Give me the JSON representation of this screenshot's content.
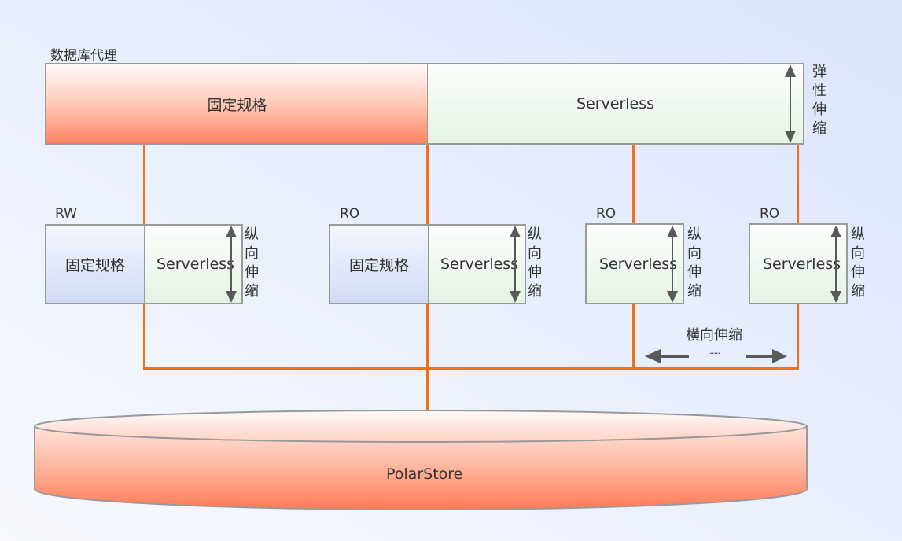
{
  "proxy": {
    "title": "数据库代理",
    "fixed_label": "固定规格",
    "serverless_label": "Serverless",
    "elastic_label": [
      "弹",
      "性",
      "伸",
      "缩"
    ]
  },
  "nodes": [
    {
      "role": "RW",
      "fixed_label": "固定规格",
      "serverless_label": "Serverless",
      "scale_label": [
        "纵",
        "向",
        "伸",
        "缩"
      ]
    },
    {
      "role": "RO",
      "fixed_label": "固定规格",
      "serverless_label": "Serverless",
      "scale_label": [
        "纵",
        "向",
        "伸",
        "缩"
      ]
    },
    {
      "role": "RO",
      "serverless_label": "Serverless",
      "scale_label": [
        "纵",
        "向",
        "伸",
        "缩"
      ]
    },
    {
      "role": "RO",
      "serverless_label": "Serverless",
      "scale_label": [
        "纵",
        "向",
        "伸",
        "缩"
      ]
    }
  ],
  "horizontal_scale": {
    "label": "横向伸缩",
    "ellipsis": "......"
  },
  "storage": {
    "label": "PolarStore"
  },
  "colors": {
    "connector": "#f47017",
    "fixed_fill": "#ff8462",
    "serverless_fill": "#e4f4e4",
    "node_fixed_fill": "#d2dcf6",
    "border": "#9a9a9a",
    "arrow": "#595959"
  }
}
